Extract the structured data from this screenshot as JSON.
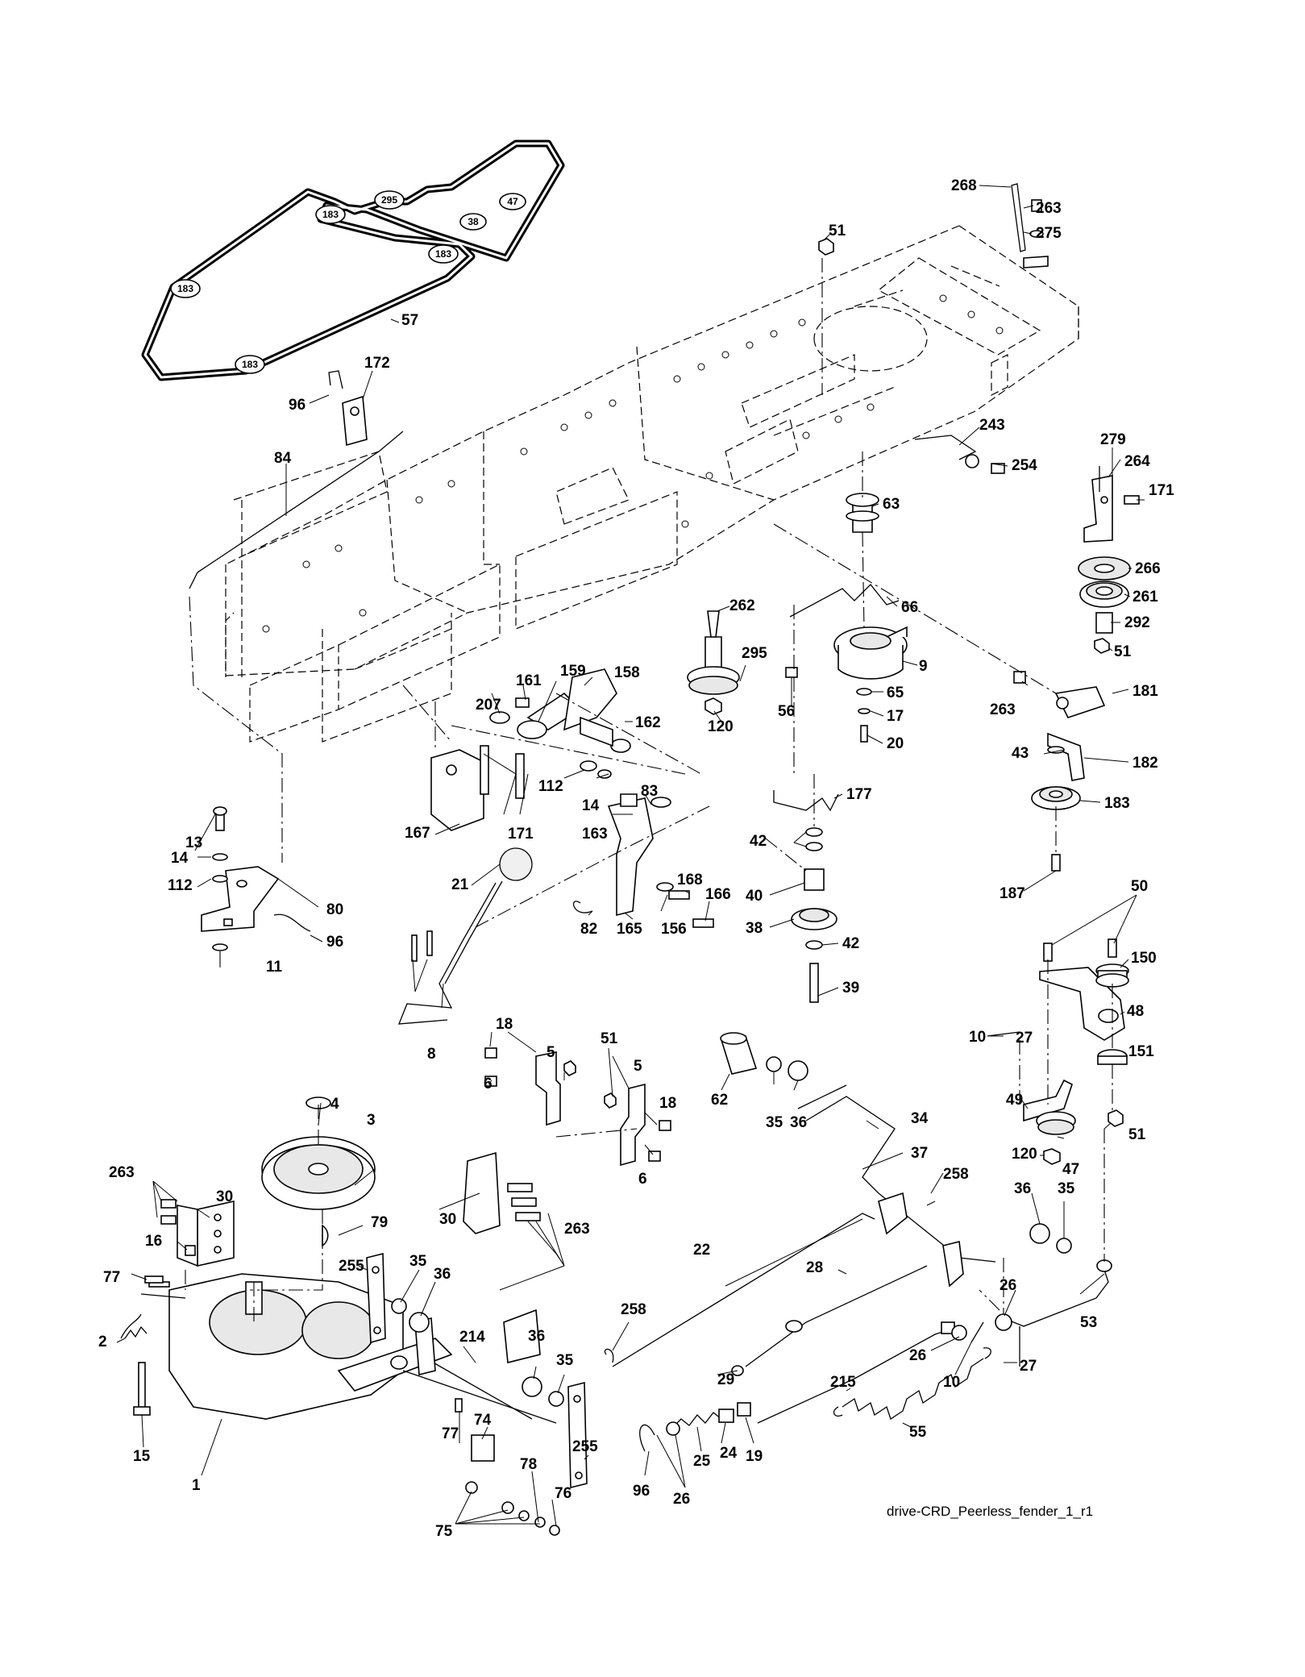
{
  "footer_text": "drive-CRD_Peerless_fender_1_r1",
  "belt_badges": [
    "183",
    "295",
    "47",
    "38",
    "183",
    "183",
    "183"
  ],
  "callouts": [
    "268",
    "263",
    "275",
    "51",
    "57",
    "172",
    "96",
    "84",
    "243",
    "254",
    "279",
    "264",
    "171",
    "63",
    "266",
    "261",
    "292",
    "51",
    "66",
    "262",
    "295",
    "9",
    "65",
    "17",
    "20",
    "120",
    "56",
    "161",
    "159",
    "158",
    "207",
    "162",
    "263",
    "181",
    "43",
    "182",
    "183",
    "112",
    "14",
    "163",
    "83",
    "171",
    "167",
    "177",
    "13",
    "14",
    "112",
    "80",
    "96",
    "11",
    "21",
    "168",
    "166",
    "82",
    "165",
    "156",
    "42",
    "40",
    "38",
    "42",
    "39",
    "187",
    "50",
    "150",
    "48",
    "10",
    "8",
    "18",
    "5",
    "51",
    "5",
    "6",
    "18",
    "6",
    "62",
    "35",
    "36",
    "34",
    "37",
    "27",
    "151",
    "49",
    "120",
    "47",
    "51",
    "4",
    "3",
    "263",
    "30",
    "16",
    "79",
    "258",
    "36",
    "35",
    "30",
    "263",
    "22",
    "28",
    "77",
    "2",
    "255",
    "35",
    "36",
    "26",
    "53",
    "258",
    "214",
    "36",
    "35",
    "29",
    "26",
    "10",
    "215",
    "27",
    "15",
    "1",
    "77",
    "74",
    "78",
    "76",
    "75",
    "255",
    "96",
    "26",
    "25",
    "24",
    "19",
    "55"
  ]
}
